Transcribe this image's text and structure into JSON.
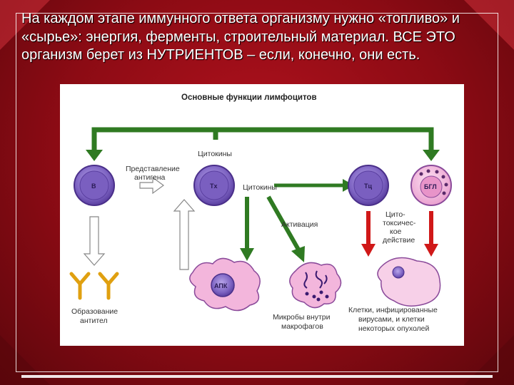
{
  "slide": {
    "heading": "На каждом этапе иммунного ответа организму нужно «топливо» и «сырье»: энергия, ферменты, строительный материал. ВСЕ ЭТО организм берет из НУТРИЕНТОВ – если, конечно, они есть."
  },
  "diagram": {
    "title": "Основные функции лимфоцитов",
    "labels": {
      "cytokines_top": "Цитокины",
      "cytokines_mid": "Цитокины",
      "antigen_presentation": [
        "Представление",
        "антигена"
      ],
      "activation": "Активация",
      "cytotoxic": [
        "Цито-",
        "токсичес-",
        "кое",
        "действие"
      ],
      "antibodies": [
        "Образование",
        "антител"
      ],
      "microbes": [
        "Микробы внутри",
        "макрофагов"
      ],
      "infected_cells": [
        "Клетки, инфицированные",
        "вирусами, и клетки",
        "некоторых опухолей"
      ]
    },
    "cells": {
      "b": "B",
      "th": "Tх",
      "tc": "Tц",
      "bgl": "БГЛ",
      "apc": "АПК"
    },
    "colors": {
      "arrow_green": "#3a8a2a",
      "arrow_red": "#d01818",
      "cell_purple": "#8a72c8",
      "cell_pink": "#f3b6dc"
    }
  }
}
